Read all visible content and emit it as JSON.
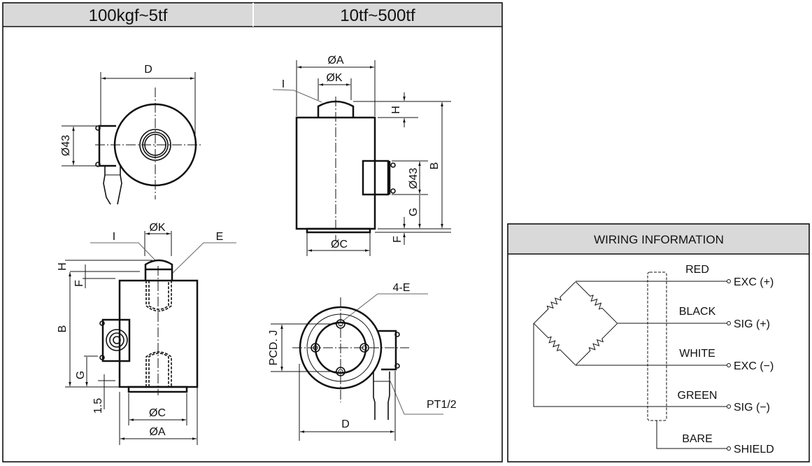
{
  "headers": {
    "left": "100kgf~5tf",
    "right": "10tf~500tf",
    "wiring": "WIRING INFORMATION"
  },
  "view_small_top": {
    "d": "D",
    "dia43": "Ø43"
  },
  "view_large_side": {
    "a": "ØA",
    "k": "ØK",
    "i": "I",
    "h": "H",
    "b": "B",
    "dia43": "Ø43",
    "g": "G",
    "f": "F",
    "c": "ØC"
  },
  "view_small_side": {
    "k": "ØK",
    "i": "I",
    "e": "E",
    "h": "H",
    "f": "F",
    "b": "B",
    "g": "G",
    "gap": "1.5",
    "c": "ØC",
    "a": "ØA"
  },
  "view_large_bottom": {
    "bolts": "4-E",
    "pcd": "PCD. J",
    "port": "PT1/2",
    "d": "D"
  },
  "wiring": {
    "wires": [
      {
        "color": "RED",
        "terminal": "EXC (+)"
      },
      {
        "color": "BLACK",
        "terminal": "SIG (+)"
      },
      {
        "color": "WHITE",
        "terminal": "EXC (−)"
      },
      {
        "color": "GREEN",
        "terminal": "SIG (−)"
      },
      {
        "color": "BARE",
        "terminal": "SHIELD"
      }
    ]
  },
  "colors": {
    "header_bg": "#d9d9d9",
    "line": "#111111"
  }
}
